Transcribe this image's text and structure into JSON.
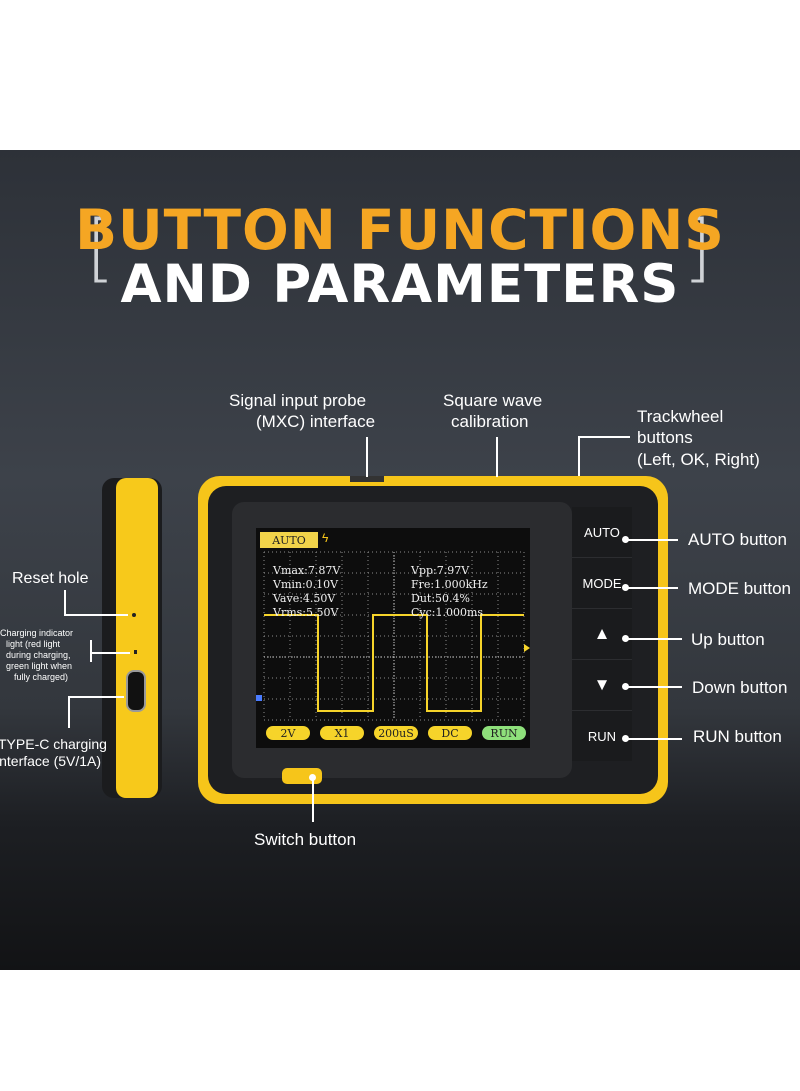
{
  "title": {
    "line1": "BUTTON FUNCTIONS",
    "line2": "AND PARAMETERS",
    "bracket_left": "[",
    "bracket_right": "]"
  },
  "labels": {
    "signal_probe": [
      "Signal input probe",
      "(MXC) interface"
    ],
    "square_wave": [
      "Square wave",
      "calibration"
    ],
    "trackwheel": [
      "Trackwheel",
      "buttons",
      "(Left, OK, Right)"
    ],
    "reset_hole": "Reset hole",
    "charging_indicator": [
      "Charging indicator",
      "light (red light",
      "during charging,",
      "green light when",
      "fully charged)"
    ],
    "typec": [
      "TYPE-C charging",
      "interface (5V/1A)"
    ],
    "switch_button": "Switch button",
    "auto_button": "AUTO button",
    "mode_button": "MODE button",
    "up_button": "Up button",
    "down_button": "Down button",
    "run_button": "RUN button"
  },
  "device": {
    "buttons": [
      "AUTO",
      "MODE",
      "▲",
      "▼",
      "RUN"
    ],
    "screen": {
      "mode_tag": "AUTO",
      "readings_left": [
        "Vmax:7.87V",
        "Vmin:0.10V",
        "Vave:4.50V",
        "Vrms:5.50V"
      ],
      "readings_right": [
        "Vpp:7.97V",
        "Fre:1.000kHz",
        "Dut:50.4%",
        "Cyc:1.000ms"
      ],
      "bottom_bar": [
        "2V",
        "X1",
        "200uS",
        "DC",
        "RUN"
      ]
    }
  },
  "colors": {
    "accent_orange": "#f5a623",
    "device_yellow": "#f6c51a",
    "waveform": "#f6d42a",
    "run_green": "#8ee07b"
  }
}
